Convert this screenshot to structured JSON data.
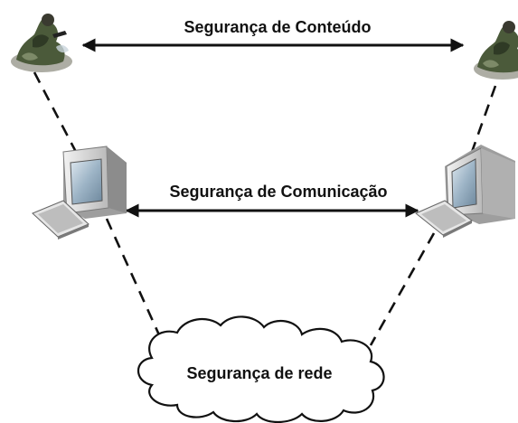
{
  "labels": {
    "content_security": "Segurança de Conteúdo",
    "communication_security": "Segurança de Comunicação",
    "network_security": "Segurança de rede"
  },
  "icons": {
    "left_person": "soldier-icon",
    "right_person": "soldier-icon",
    "left_computer": "computer-icon",
    "right_computer": "computer-icon",
    "cloud": "cloud-icon"
  },
  "colors": {
    "line": "#111111",
    "monitor_body": "#d8d8d8",
    "screen": "#8fa6b8"
  }
}
